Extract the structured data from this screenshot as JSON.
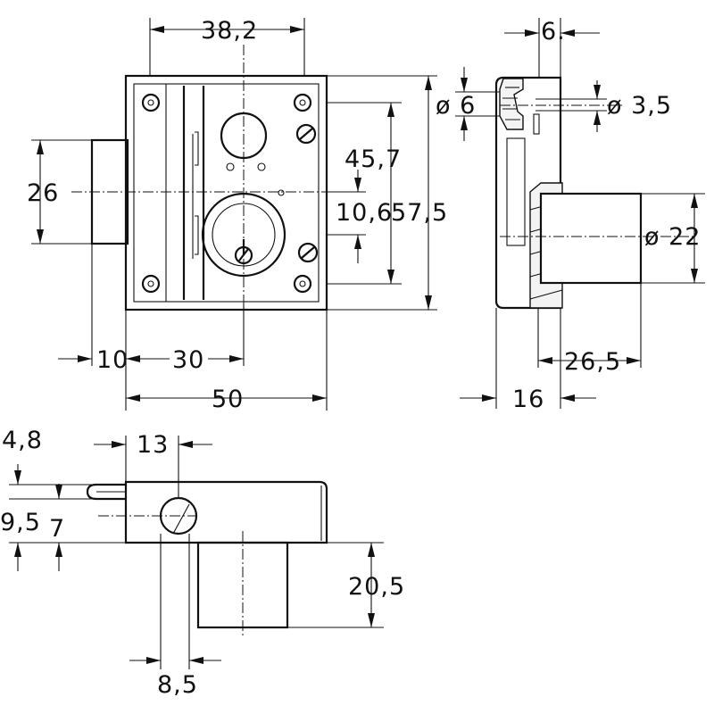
{
  "front_view": {
    "dim_top_width": "38,2",
    "dim_height_26": "26",
    "dim_bottom_10": "10",
    "dim_bottom_30": "30",
    "dim_bottom_50": "50",
    "dim_45_7": "45,7",
    "dim_10_6": "10,6",
    "dim_57_5": "57,5"
  },
  "side_view": {
    "dim_top_6": "6.",
    "dim_dia_6": "ø 6",
    "dim_dia_3_5": "ø 3,5",
    "dim_dia_22": "ø 22",
    "dim_26_5": "26,5",
    "dim_16": "16"
  },
  "top_view": {
    "dim_13": "13",
    "dim_4_8": "4,8",
    "dim_9_5": "9,5",
    "dim_7": "7",
    "dim_20_5": "20,5",
    "dim_8_5": "8,5"
  }
}
